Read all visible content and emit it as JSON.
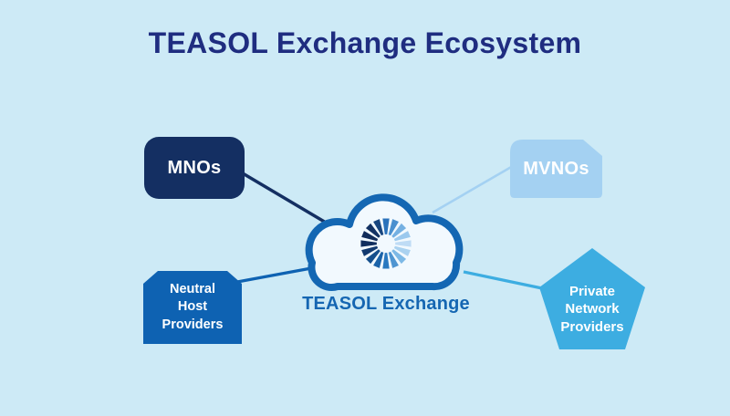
{
  "title": "TEASOL Exchange Ecosystem",
  "colors": {
    "background": "#cdeaf6",
    "title_text": "#1f2d80",
    "node_text": "#ffffff",
    "mnos_fill": "#142f62",
    "mvnos_fill": "#a4d1f2",
    "neutral_host_fill": "#0e62b2",
    "pentagon_fill": "#3dade1",
    "cloud_stroke": "#1467b3",
    "cloud_fill": "#f2f9fe",
    "cloud_label_text": "#1566b2",
    "line_mnos": "#142f62",
    "line_mvnos": "#a4d1f2",
    "line_neutral_host": "#0e62b2",
    "line_pentagon": "#3dade1"
  },
  "cloud": {
    "label": "TEASOL Exchange",
    "icon": "pinwheel-spinner-icon",
    "spinner_colors": [
      "#2a72bb",
      "#4a90cf",
      "#74b0e2",
      "#9bc9ee",
      "#bfdcf5",
      "#aad2f0",
      "#7db9e6",
      "#4f95d1",
      "#2a79c0",
      "#1b63a9",
      "#154f8d",
      "#123a70",
      "#112e5e",
      "#112c5a",
      "#133263",
      "#18467f"
    ]
  },
  "nodes": {
    "mnos": {
      "label": "MNOs",
      "shape": "rounded-rectangle"
    },
    "mvnos": {
      "label": "MVNOs",
      "shape": "rectangle-clipped-top-right-corner"
    },
    "neutral_host": {
      "label": "Neutral Host Providers",
      "shape": "rectangle-clipped-top-corners"
    },
    "private_network": {
      "label": "Private Network Providers",
      "shape": "pentagon"
    }
  }
}
